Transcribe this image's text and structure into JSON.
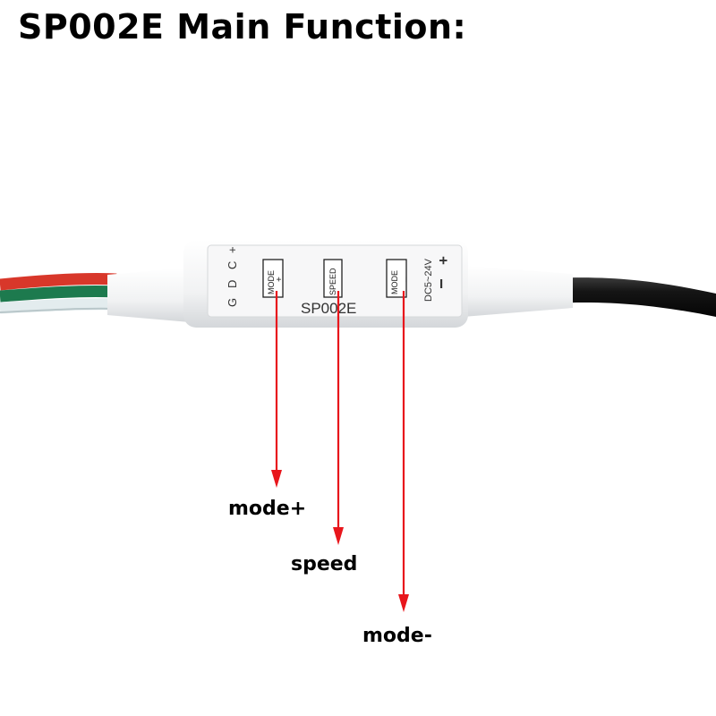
{
  "title": "SP002E Main Function:",
  "device": {
    "model_label": "SP002E",
    "pin_labels": [
      "G",
      "D",
      "C",
      "+"
    ],
    "buttons": [
      {
        "label": "MODE",
        "sign": "+"
      },
      {
        "label": "SPEED",
        "sign": ""
      },
      {
        "label": "MODE",
        "sign": "_"
      }
    ],
    "power": {
      "voltage": "DC5~24V",
      "plus": "+",
      "minus": "I"
    }
  },
  "callouts": {
    "mode_plus": "mode+",
    "speed": "speed",
    "mode_minus": "mode-"
  },
  "colors": {
    "arrow": "#e8161c",
    "wire_red": "#d8372a",
    "wire_green": "#1d7a4e",
    "wire_white": "#e6eef0",
    "cable_black": "#151515",
    "controller_body": "#f3f4f5"
  }
}
